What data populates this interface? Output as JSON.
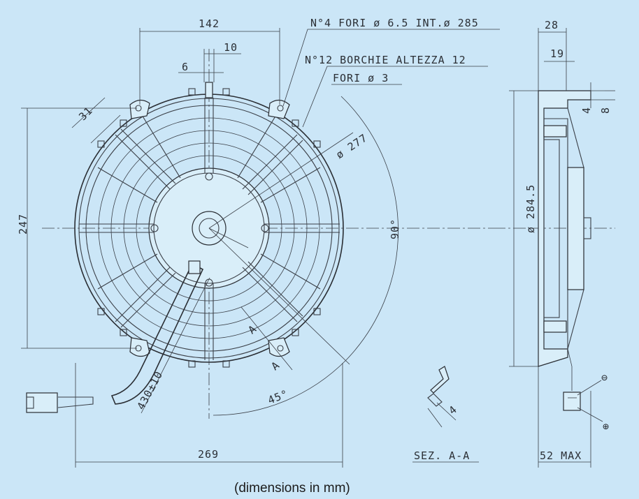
{
  "drawing": {
    "caption": "(dimensions in mm)",
    "front_view": {
      "dim_top_width": "142",
      "dim_slot": "10",
      "dim_slot_small": "6",
      "dim_31": "31",
      "dim_height": "247",
      "dim_bottom_width": "269",
      "dim_inner_circle": "ø 277",
      "dim_angle_90": "90°",
      "dim_angle_45": "45°",
      "dim_cable": "430±10",
      "section_mark": "A",
      "note_holes": "N°4 FORI ø 6.5 INT.ø 285",
      "note_studs": "N°12 BORCHIE ALTEZZA 12",
      "note_stud_holes": "FORI ø 3"
    },
    "side_view": {
      "dim_28": "28",
      "dim_19": "19",
      "dim_4": "4",
      "dim_8": "8",
      "dim_diameter": "ø 284.5",
      "dim_depth": "52 MAX",
      "minus_symbol": "⊖",
      "plus_symbol": "⊕"
    },
    "section": {
      "label": "SEZ. A-A",
      "dim_4": "4"
    }
  }
}
